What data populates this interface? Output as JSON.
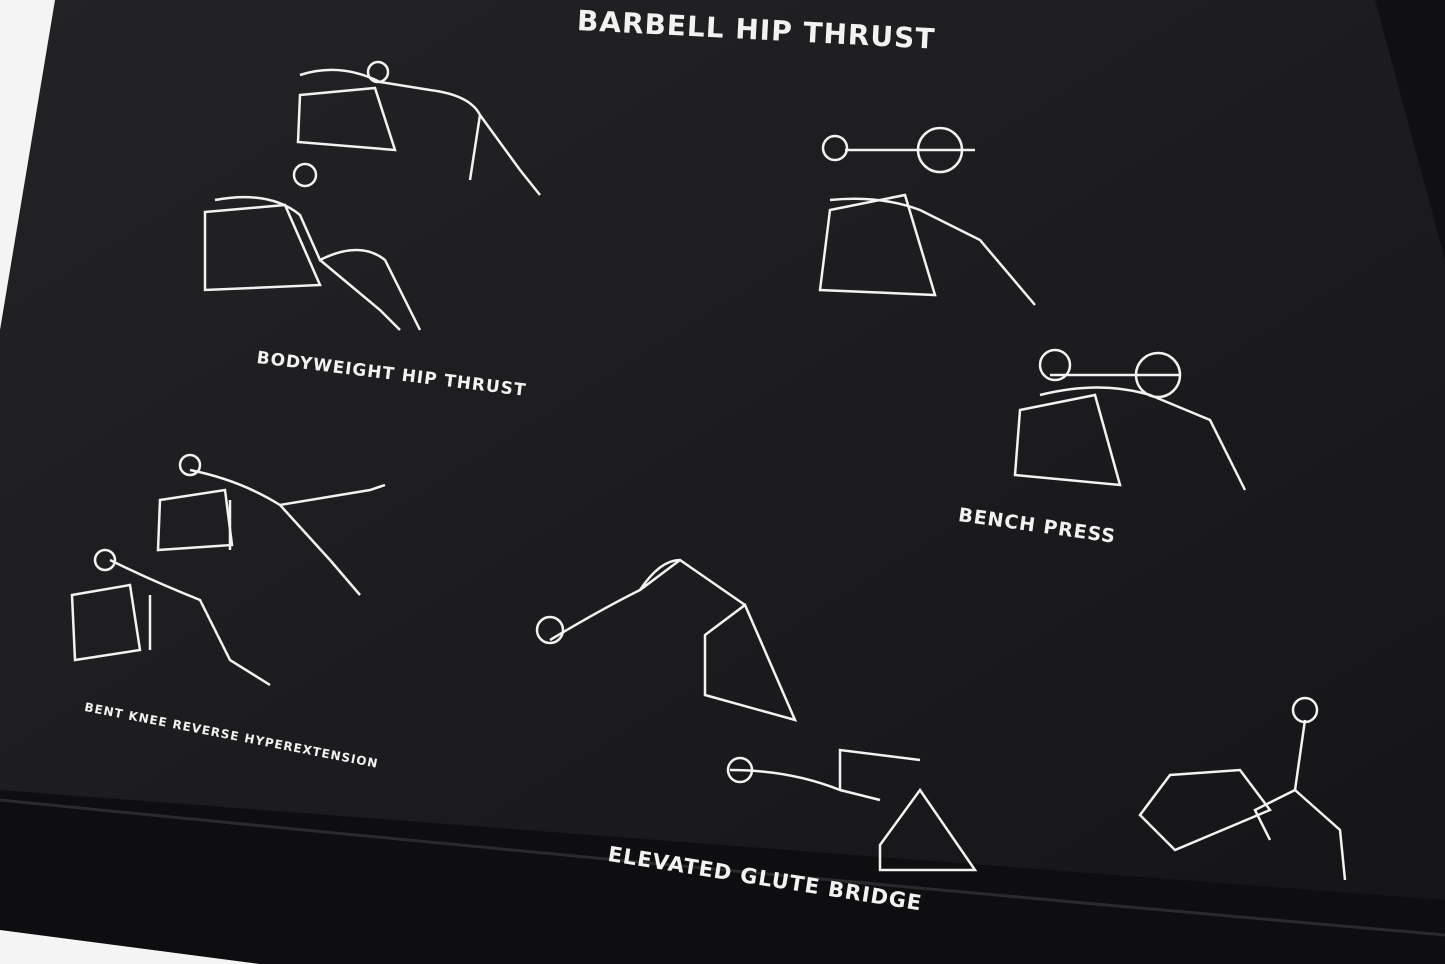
{
  "photo": {
    "subject": "black-mat",
    "colors": {
      "mat": "#1c1c1e",
      "mat_edge": "#0e0e10",
      "background": "#f4f4f4",
      "print": "#f2f2f2"
    },
    "labels": {
      "barbell_hip_thrust": "BARBELL HIP THRUST",
      "bodyweight_hip_thrust": "BODYWEIGHT HIP THRUST",
      "bench_press": "BENCH PRESS",
      "bent_knee": "BENT KNEE REVERSE HYPEREXTENSION",
      "glute_bridge": "ELEVATED GLUTE BRIDGE"
    }
  }
}
